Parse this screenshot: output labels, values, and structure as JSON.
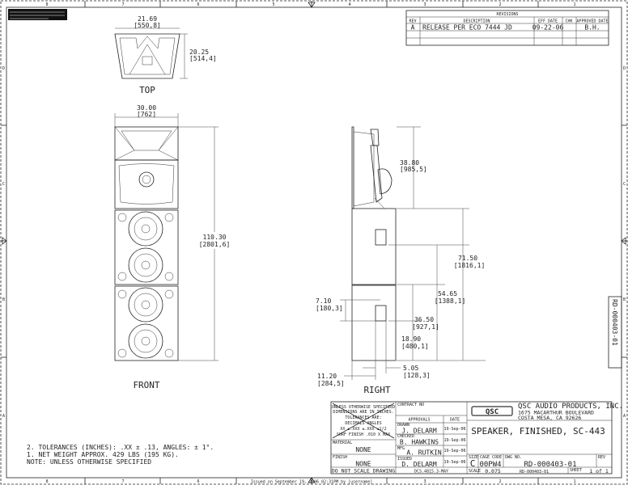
{
  "zones": {
    "columns": [
      "8",
      "7",
      "6",
      "5",
      "4",
      "3",
      "2",
      "1"
    ],
    "rows": [
      "D",
      "C",
      "B",
      "A"
    ]
  },
  "revisions": {
    "title": "REVISIONS",
    "headers": [
      "REV",
      "DESCRIPTION",
      "EFF DATE",
      "CHK",
      "APPROVED DATE"
    ],
    "rows": [
      {
        "rev": "A",
        "description": "RELEASE PER ECO 7444 JD",
        "eff_date": "09-22-06",
        "chk": "",
        "approved": "B.H."
      }
    ]
  },
  "views": {
    "top": "TOP",
    "front": "FRONT",
    "right": "RIGHT"
  },
  "dimensions": {
    "top_width": [
      "21.69",
      "[550,8]"
    ],
    "top_depth": [
      "20.25",
      "[514,4]"
    ],
    "front_width": [
      "30.00",
      "[762]"
    ],
    "front_height": [
      "110.30",
      "[2801,6]"
    ],
    "horn_height": [
      "38.80",
      "[985,5]"
    ],
    "overall": [
      "71.50",
      "[1816,1]"
    ],
    "d5465": [
      "54.65",
      "[1388,1]"
    ],
    "d3650": [
      "36.50",
      "[927,1]"
    ],
    "d1890": [
      "18.90",
      "[480,1]"
    ],
    "d710": [
      "7.10",
      "[180,3]"
    ],
    "d505": [
      "5.05",
      "[128,3]"
    ],
    "d1120": [
      "11.20",
      "[284,5]"
    ]
  },
  "notes": {
    "line2": "2. TOLERANCES (INCHES): .XX ± .13, ANGLES: ± 1°.",
    "line1": "1. NET WEIGHT APPROX. 429 LBS (195 KG).",
    "header": "NOTE: UNLESS OTHERWISE SPECIFIED"
  },
  "title_block": {
    "tolerance_text": [
      "UNLESS OTHERWISE SPECIFIED",
      "DIMENSIONS ARE IN INCHES.",
      "TOLERANCES ARE:",
      "DECIMALS   ANGLES",
      "XX ±.XXX ±.XXX ±1/2",
      "SURF FINISH .010 X MAX"
    ],
    "contract_no": "CONTRACT NO",
    "approvals": "APPROVALS",
    "date": "DATE",
    "material_label": "MATERIAL",
    "material": "NONE",
    "finish_label": "FINISH",
    "finish": "NONE",
    "do_not_scale": "DO NOT SCALE DRAWING",
    "doc_ref": "DCS.4815.3-MAY",
    "drawn_label": "DRAWN",
    "drawn": "J. DELARM",
    "drawn_date": "19-Sep-06",
    "checked_label": "CHECKED",
    "checked": "B. HAWKINS",
    "checked_date": "19-Sep-06",
    "mfg_label": "MFG",
    "mfg": "A. RUTKIN",
    "mfg_date": "19-Sep-06",
    "issued_label": "ISSUED",
    "issued": "D. DELARM",
    "issued_date": "19-Sep-06",
    "logo": "QSC",
    "company": "QSC AUDIO PRODUCTS, INC.",
    "address1": "1675 MACARTHUR BOULEVARD",
    "address2": "COSTA MESA, CA  92626",
    "title": "SPEAKER, FINISHED, SC-443",
    "size_label": "SIZE",
    "size": "C",
    "cage_label": "CAGE CODE",
    "cage": "00PW4",
    "dwg_label": "DWG NO.",
    "dwg": "RD-000403-01",
    "rev_label": "REV",
    "scale_label": "SCALE",
    "scale": "0.075",
    "dwg_small": "RD-000403-01",
    "sheet_label": "SHEET",
    "sheet": "1 of 1"
  },
  "side_dwg_no": "RD-000403-01",
  "issued_stamp": "Issued on September 19, 2006 02:31PM by [username]"
}
